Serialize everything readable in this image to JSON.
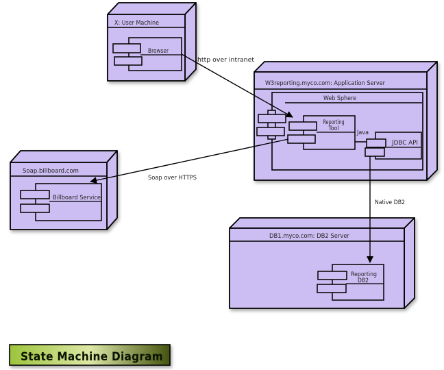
{
  "diagram_title": {
    "label": "State Machine Diagram"
  },
  "nodes": {
    "user_machine": {
      "title": "X: User Machine",
      "components": {
        "browser": {
          "name": "Browser"
        }
      }
    },
    "app_server": {
      "title": "W3reporting.myco.com: Application Server",
      "web_sphere": {
        "title": "Web Sphere"
      },
      "components": {
        "reporting_tool": {
          "lines": [
            "Reporting",
            "Tool"
          ]
        },
        "jdbc_api": {
          "name": "JDBC API"
        }
      }
    },
    "soap_server": {
      "title": "Soap.billboard.com",
      "components": {
        "billboard_service": {
          "name": "Billboard Service"
        }
      }
    },
    "db2_server": {
      "title": "DB1.myco.com: DB2 Server",
      "components": {
        "reporting_db2": {
          "lines": [
            "Reporting",
            "DB2"
          ]
        }
      }
    }
  },
  "connectors": {
    "http": {
      "label": "http over intranet"
    },
    "soap": {
      "label": "Soap over HTTPS"
    },
    "java": {
      "label": "Java"
    },
    "native_db2": {
      "label": "Native DB2"
    }
  },
  "colors": {
    "node_fill": "#ccbef2",
    "stroke": "#000000",
    "background": "#ffffff",
    "banner_gradient": [
      "#9cc43c",
      "#dde8a6",
      "#44530f"
    ],
    "banner_text": "#0b1300"
  }
}
